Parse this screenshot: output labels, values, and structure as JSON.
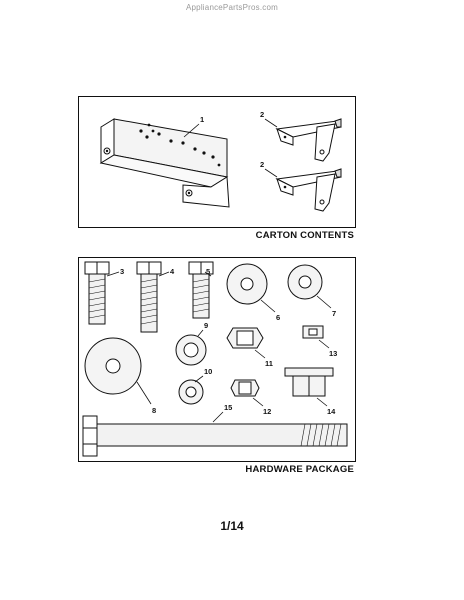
{
  "site_watermark": "AppliancePartsPros.com",
  "carton": {
    "caption": "CARTON CONTENTS",
    "labels": [
      "1",
      "2",
      "2"
    ]
  },
  "hardware": {
    "caption": "HARDWARE PACKAGE",
    "labels": [
      "3",
      "4",
      "5",
      "6",
      "7",
      "8",
      "9",
      "10",
      "11",
      "12",
      "13",
      "14",
      "15"
    ]
  },
  "page_number": "1/14"
}
